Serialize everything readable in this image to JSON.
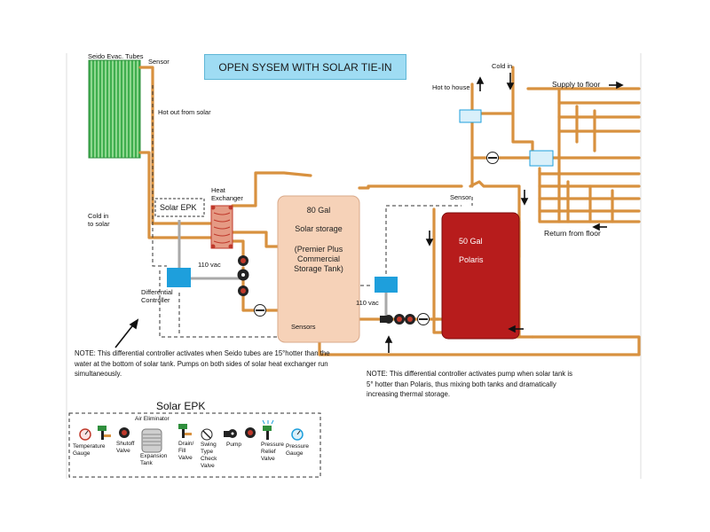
{
  "title": "OPEN SYSEM WITH SOLAR TIE-IN",
  "labels": {
    "collector": "Seido Evac. Tubes",
    "sensor_top": "Sensor",
    "hot_out": "Hot out from solar",
    "cold_in_1": "Cold in",
    "cold_in_2": "to solar",
    "solar_epk_box": "Solar EPK",
    "hx_1": "Heat",
    "hx_2": "Exchanger",
    "vac_left": "110 vac",
    "vac_right": "110 vac",
    "diff_ctrl_1": "Differential",
    "diff_ctrl_2": "Controller",
    "sensors": "Sensors",
    "sensor_mid": "Sensor",
    "hot_to_house": "Hot to house",
    "cold_in_top": "Cold in",
    "supply_floor": "Supply to floor",
    "return_floor": "Return from floor"
  },
  "tank80": {
    "line1": "80 Gal",
    "line2": "Solar storage",
    "line3": "(Premier Plus",
    "line4": "Commercial",
    "line5": "Storage Tank)"
  },
  "polaris": {
    "line1": "50 Gal",
    "line2": "Polaris"
  },
  "notes": {
    "left": "NOTE:  This differential controller activates when Seido tubes are 15°hotter than the water at the bottom of solar tank. Pumps on both sides of solar heat exchanger run simultaneously.",
    "right": "NOTE:  This differential controller activates pump when solar tank is 5° hotter than Polaris, thus mixing both tanks and dramatically increasing thermal storage."
  },
  "legend": {
    "title": "Solar EPK",
    "air_eliminator": "Air Eliminator",
    "temperature_gauge": "Temperature Gauge",
    "shutoff_valve": "Shutoff Valve",
    "expansion_tank": "Expansion Tank",
    "drain_fill_valve": "Drain/ Fill Valve",
    "swing_check_valve": "Swing Type Check Valve",
    "pump": "Pump",
    "pressure_relief_valve": "Pressure Relief Valve",
    "pressure_gauge": "Pressure Gauge"
  },
  "colors": {
    "pipe": "#d8913f",
    "control_line": "#a9a9a9",
    "controller": "#1e9fdc",
    "polaris_tank": "#b71c1c",
    "storage_tank": "#f6d2b8",
    "collector": "#5fc46a",
    "title_bg": "#9fdcf3"
  }
}
